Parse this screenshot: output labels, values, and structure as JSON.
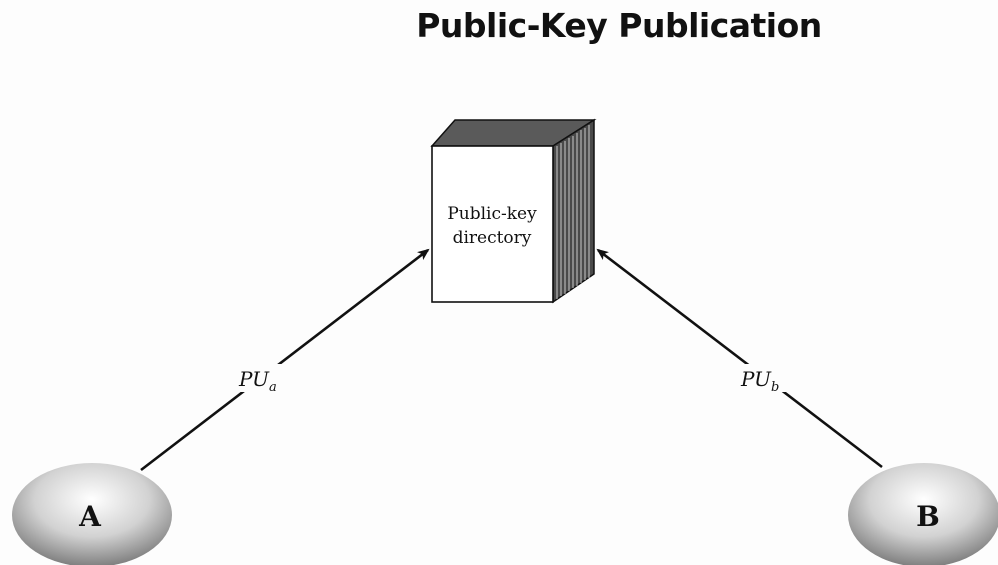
{
  "title": "Public-Key Publication",
  "directory": {
    "label_line1": "Public-key",
    "label_line2": "directory"
  },
  "nodes": {
    "a": "A",
    "b": "B"
  },
  "arrows": {
    "a": {
      "main": "PU",
      "sub": "a"
    },
    "b": {
      "main": "PU",
      "sub": "b"
    }
  }
}
